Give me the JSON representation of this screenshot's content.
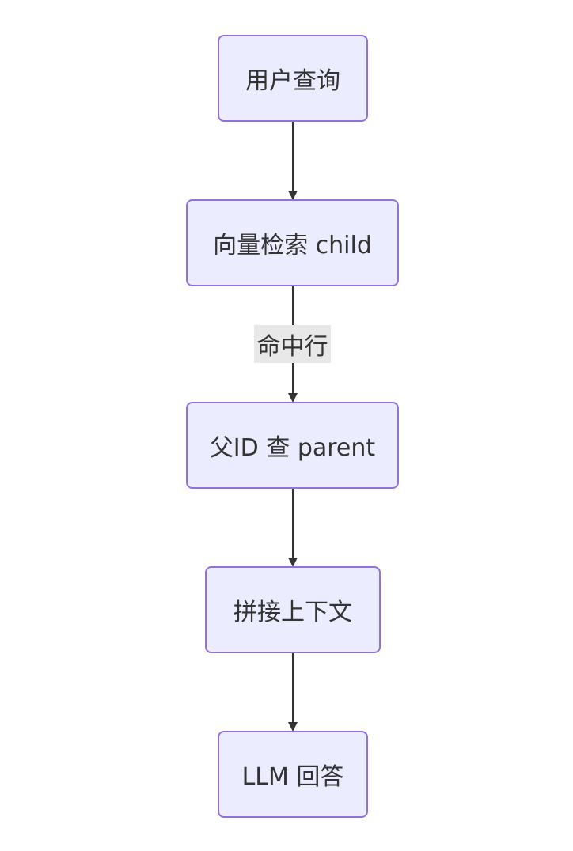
{
  "diagram": {
    "nodes": [
      {
        "id": "user-query",
        "label": "用户查询"
      },
      {
        "id": "vector-search",
        "label": "向量检索 child"
      },
      {
        "id": "parent-lookup",
        "label": "父ID 查 parent"
      },
      {
        "id": "concat-context",
        "label": "拼接上下文"
      },
      {
        "id": "llm-answer",
        "label": "LLM 回答"
      }
    ],
    "edges": [
      {
        "from": "user-query",
        "to": "vector-search",
        "label": ""
      },
      {
        "from": "vector-search",
        "to": "parent-lookup",
        "label": "命中行"
      },
      {
        "from": "parent-lookup",
        "to": "concat-context",
        "label": ""
      },
      {
        "from": "concat-context",
        "to": "llm-answer",
        "label": ""
      }
    ],
    "colors": {
      "node_fill": "#ececff",
      "node_border": "#9370db",
      "edge": "#333333",
      "edge_label_bg": "#e8e8e8",
      "text": "#333333"
    }
  }
}
